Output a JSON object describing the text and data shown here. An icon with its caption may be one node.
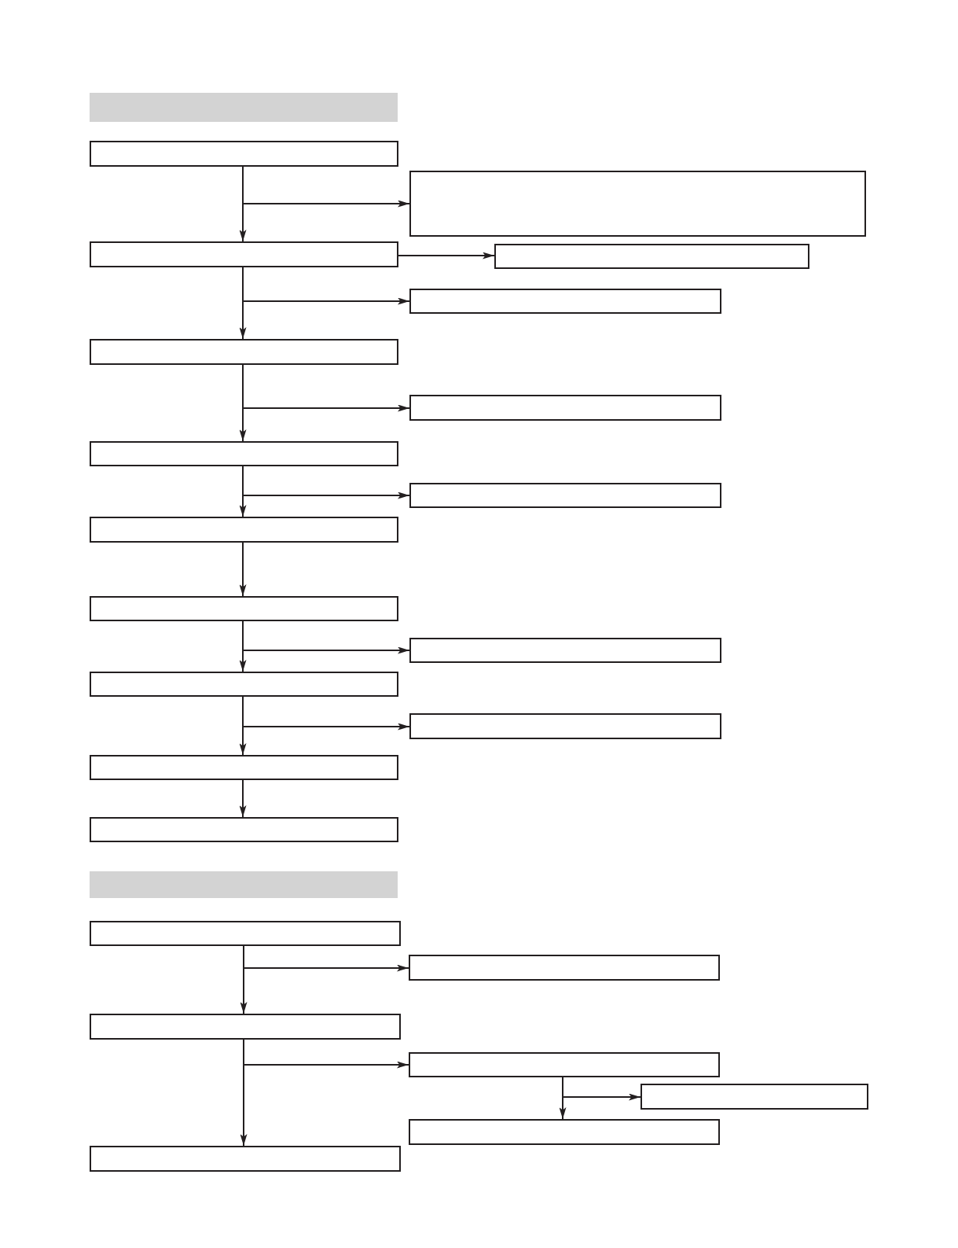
{
  "diagram": {
    "nodes": [
      {
        "text": [],
        "shape": "bar"
      },
      {
        "text": [],
        "shape": "box"
      },
      {
        "text": [],
        "shape": "box"
      },
      {
        "text": [],
        "shape": "box"
      },
      {
        "text": [],
        "shape": "box"
      },
      {
        "text": [],
        "shape": "box"
      },
      {
        "text": [],
        "shape": "box"
      },
      {
        "text": [],
        "shape": "box"
      },
      {
        "text": [],
        "shape": "box"
      },
      {
        "text": [],
        "shape": "box"
      },
      {
        "text": [],
        "shape": "box"
      },
      {
        "text": [],
        "shape": "box"
      },
      {
        "text": [],
        "shape": "box"
      },
      {
        "text": [],
        "shape": "box"
      },
      {
        "text": [],
        "shape": "box"
      },
      {
        "text": [],
        "shape": "box"
      },
      {
        "text": [],
        "shape": "box"
      },
      {
        "text": [],
        "shape": "bar"
      },
      {
        "text": [],
        "shape": "box"
      },
      {
        "text": [],
        "shape": "box"
      },
      {
        "text": [],
        "shape": "box"
      },
      {
        "text": [],
        "shape": "box"
      },
      {
        "text": [],
        "shape": "box"
      },
      {
        "text": [],
        "shape": "box"
      },
      {
        "text": [],
        "shape": "box"
      }
    ],
    "edges": [
      {
        "from": 1,
        "to": 3,
        "arrow": "to"
      },
      {
        "from": 1,
        "to": 2,
        "arrow": "to"
      },
      {
        "from": 3,
        "to": 4,
        "arrow": "to"
      },
      {
        "from": 3,
        "to": 6,
        "arrow": "to"
      },
      {
        "from": 3,
        "to": 5,
        "arrow": "to"
      },
      {
        "from": 6,
        "to": 8,
        "arrow": "to"
      },
      {
        "from": 6,
        "to": 7,
        "arrow": "to"
      },
      {
        "from": 8,
        "to": 10,
        "arrow": "to"
      },
      {
        "from": 8,
        "to": 9,
        "arrow": "to"
      },
      {
        "from": 10,
        "to": 11,
        "arrow": "to"
      },
      {
        "from": 11,
        "to": 13,
        "arrow": "to"
      },
      {
        "from": 11,
        "to": 12,
        "arrow": "to"
      },
      {
        "from": 13,
        "to": 15,
        "arrow": "to"
      },
      {
        "from": 13,
        "to": 14,
        "arrow": "to"
      },
      {
        "from": 15,
        "to": 16,
        "arrow": "to"
      },
      {
        "from": 18,
        "to": 20,
        "arrow": "to"
      },
      {
        "from": 18,
        "to": 19,
        "arrow": "to"
      },
      {
        "from": 20,
        "to": 24,
        "arrow": "to"
      },
      {
        "from": 20,
        "to": 21,
        "arrow": "to"
      },
      {
        "from": 21,
        "to": 23,
        "arrow": "to"
      },
      {
        "from": 21,
        "to": 22,
        "arrow": "to"
      }
    ]
  }
}
